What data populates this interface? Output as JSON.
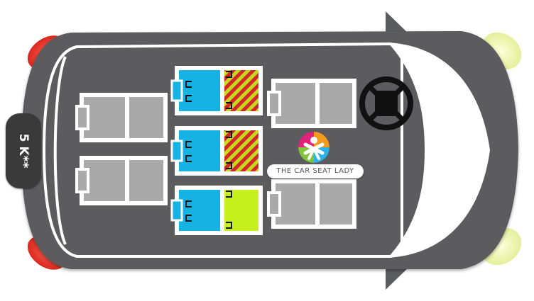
{
  "vehicle": {
    "license_plate": "5 K**",
    "brand_logo_text": "THE CAR SEAT LADY",
    "layout": "three-row, top view, front at right"
  },
  "colors": {
    "body": "#5b5c5e",
    "body_outline": "#ffffff",
    "windshield": "#ffffff",
    "tail_light": "#e9352b",
    "head_light": "#eaf3a6",
    "seat_empty": "#a9a9a9",
    "seat_occupied": "#14b3e4",
    "seat_lime": "#c6ef1b",
    "stripe_red": "#d2262b",
    "stripe_yellow": "#c4d81c",
    "anchor_mark": "#111111"
  },
  "seats": [
    {
      "name": "front-passenger",
      "row": 1,
      "status": "empty"
    },
    {
      "name": "driver",
      "row": 1,
      "status": "empty"
    },
    {
      "name": "middle-left",
      "row": 2,
      "status": "occupied",
      "bottom": "striped"
    },
    {
      "name": "middle-center",
      "row": 2,
      "status": "occupied",
      "bottom": "striped"
    },
    {
      "name": "middle-right",
      "row": 2,
      "status": "occupied",
      "bottom": "lime"
    },
    {
      "name": "rear-left",
      "row": 3,
      "status": "empty"
    },
    {
      "name": "rear-right",
      "row": 3,
      "status": "empty"
    }
  ],
  "steering_wheel": {
    "icon": "steering-wheel-icon"
  }
}
